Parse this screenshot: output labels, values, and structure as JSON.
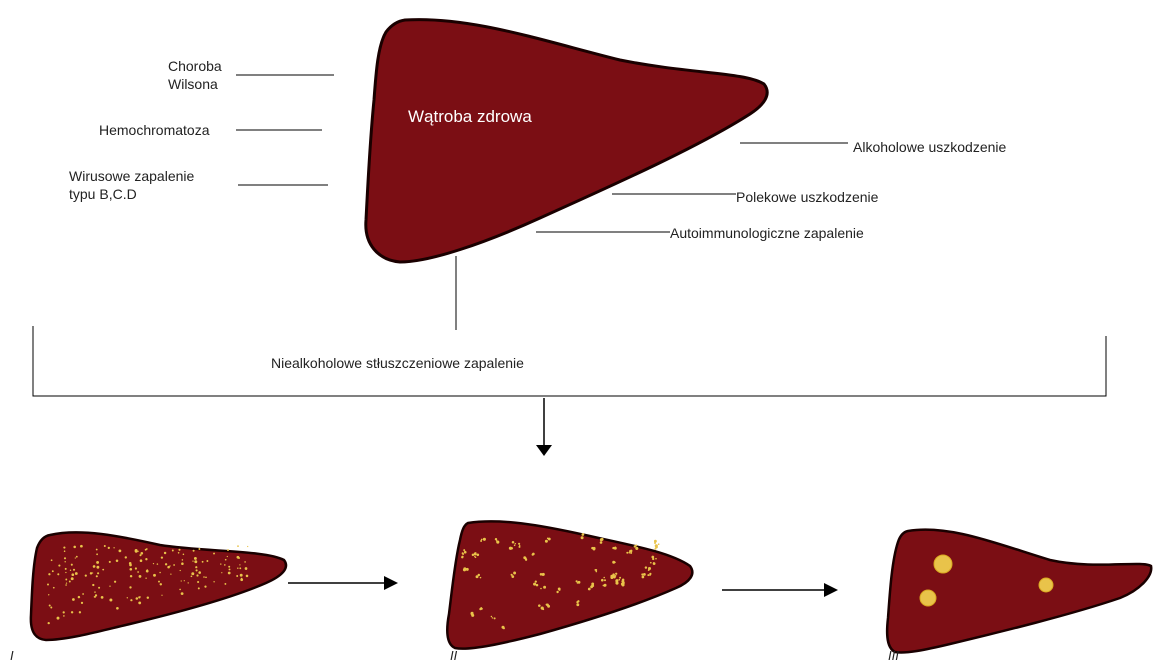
{
  "liver": {
    "title": "Wątroba zdrowa",
    "fill_color": "#7b0e14",
    "outline_color": "#1a0000"
  },
  "causes_left": [
    {
      "id": "wilson",
      "text": "Choroba\nWilsona"
    },
    {
      "id": "hemochromatosis",
      "text": "Hemochromatoza"
    },
    {
      "id": "viral-hepatitis",
      "text": "Wirusowe zapalenie\ntypu B,C.D"
    }
  ],
  "causes_right": [
    {
      "id": "alcoholic",
      "text": "Alkoholowe uszkodzenie"
    },
    {
      "id": "drug-induced",
      "text": "Polekowe uszkodzenie"
    },
    {
      "id": "autoimmune",
      "text": "Autoimmunologiczne zapalenie"
    }
  ],
  "nash_label": "Niealkoholowe stłuszczeniowe zapalenie",
  "stages": [
    {
      "label": "I",
      "pattern": "fine-fat-streaks"
    },
    {
      "label": "II",
      "pattern": "scattered-fat-spots"
    },
    {
      "label": "III",
      "pattern": "fat-nodules"
    }
  ],
  "colors": {
    "liver": "#7b0e14",
    "fat": "#e9c34a",
    "line": "#000000"
  }
}
